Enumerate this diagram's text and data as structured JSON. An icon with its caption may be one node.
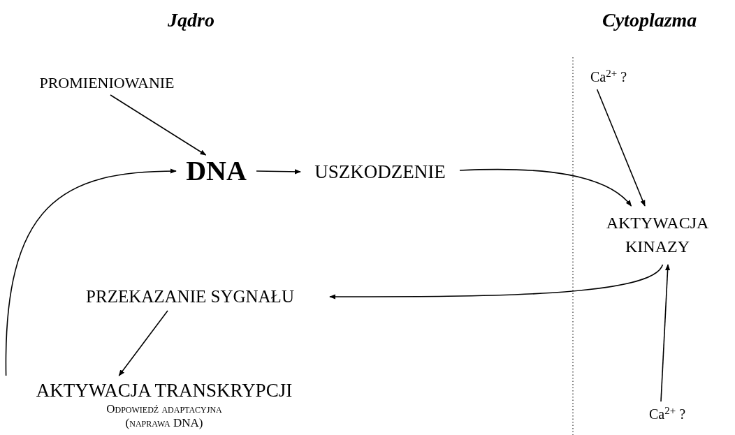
{
  "diagram": {
    "nodes": [
      {
        "text": [
          "PROMIENIOWANIE"
        ]
      },
      {
        "text": [
          "DNA"
        ]
      },
      {
        "text": [
          "USZKODZENIE"
        ]
      },
      {
        "text": [
          "Ca$^{2+}$ ?"
        ]
      },
      {
        "text": [
          "AKTYWACJA KINAZY"
        ]
      },
      {
        "text": [
          "PRZEKAZANIE SYGNAŁU"
        ]
      },
      {
        "text": [
          "AKTYWACJA TRANSKRYPCJI",
          "Odpowiedź adaptacyjna (naprawa DNA)"
        ]
      },
      {
        "text": [
          "Ca$^{2+}$ ?"
        ]
      }
    ],
    "edges": [
      {
        "from": 0,
        "to": 1,
        "arrow": "to"
      },
      {
        "from": 1,
        "to": 2,
        "arrow": "to"
      },
      {
        "from": 2,
        "to": 4,
        "arrow": "to"
      },
      {
        "from": 3,
        "to": 4,
        "arrow": "to"
      },
      {
        "from": 4,
        "to": 5,
        "arrow": "to"
      },
      {
        "from": 7,
        "to": 4,
        "arrow": "to"
      },
      {
        "from": 5,
        "to": 6,
        "arrow": "to"
      },
      {
        "from": 6,
        "to": 1,
        "arrow": "to"
      }
    ],
    "labels": [
      "Jądro",
      "Cytoplazma"
    ]
  }
}
